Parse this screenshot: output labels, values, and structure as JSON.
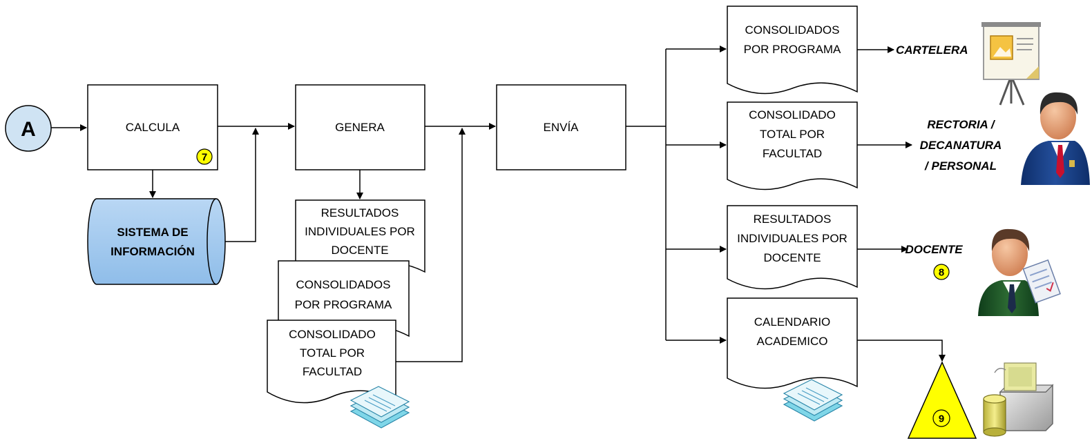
{
  "connector": {
    "label": "A"
  },
  "process": {
    "calcula": "CALCULA",
    "genera": "GENERA",
    "envia": "ENVÍA"
  },
  "database": {
    "lines": [
      "SISTEMA DE",
      "INFORMACIÓN"
    ]
  },
  "stack_documents": {
    "resultados": [
      "RESULTADOS",
      "INDIVIDUALES POR",
      "DOCENTE"
    ],
    "consolidados": [
      "CONSOLIDADOS",
      "POR PROGRAMA"
    ],
    "consolidado_total": [
      "CONSOLIDADO",
      "TOTAL POR",
      "FACULTAD"
    ]
  },
  "output_documents": {
    "consolidados": [
      "CONSOLIDADOS",
      "POR PROGRAMA"
    ],
    "consolidado_total": [
      "CONSOLIDADO",
      "TOTAL POR",
      "FACULTAD"
    ],
    "resultados": [
      "RESULTADOS",
      "INDIVIDUALES POR",
      "DOCENTE"
    ],
    "calendario": [
      "CALENDARIO",
      "ACADEMICO"
    ]
  },
  "destinations": {
    "cartelera": "CARTELERA",
    "rectoria": [
      "RECTORIA /",
      "DECANATURA",
      "/ PERSONAL"
    ],
    "docente": "DOCENTE"
  },
  "badges": {
    "b7": "7",
    "b8": "8",
    "b9": "9"
  },
  "icons": {
    "presentation": "presentation-board-icon",
    "executive": "executive-person-icon",
    "teacher": "teacher-person-icon",
    "papers": "paper-stack-icon",
    "archive": "archive-storage-icon"
  },
  "colors": {
    "connector_fill": "#cfe3f3",
    "database_fill": "#a9cdf0",
    "badge_fill": "#ffff00",
    "triangle_fill": "#ffff00"
  }
}
